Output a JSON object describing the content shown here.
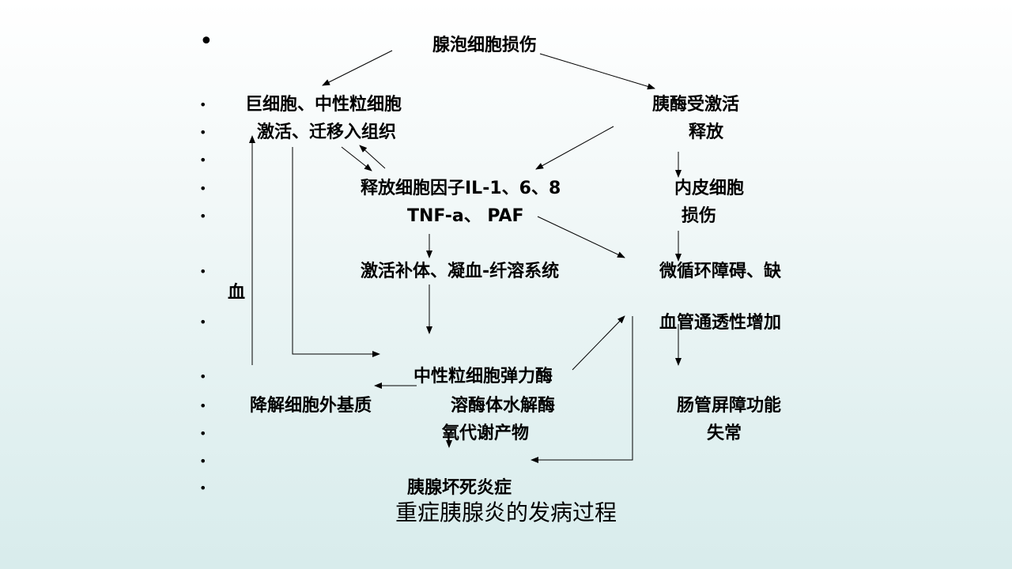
{
  "slide": {
    "caption": "重症胰腺炎的发病过程",
    "nodes": {
      "acinar_injury": "腺泡细胞损伤",
      "macrophage": "巨细胞、中性粒细胞",
      "activation_migration": "激活、迁移入组织",
      "enzyme_activated": "胰酶受激活",
      "release": "释放",
      "cytokine_release": "释放细胞因子IL-1、6、8",
      "tnf_paf": "TNF-a、 PAF",
      "endothelial_cell": "内皮细胞",
      "injury": "损伤",
      "complement": "激活补体、凝血-纤溶系统",
      "microcirculation": "微循环障碍、缺",
      "blood": "血",
      "vascular_permeability": "血管通透性增加",
      "elastase": "中性粒细胞弹力酶",
      "ecm_degrade": "降解细胞外基质",
      "lysosome": "溶酶体水解酶",
      "gut_barrier": "肠管屏障功能",
      "oxygen_metabolite": "氧代谢产物",
      "dysfunction": "失常",
      "necrotizing": "胰腺坏死炎症"
    }
  }
}
